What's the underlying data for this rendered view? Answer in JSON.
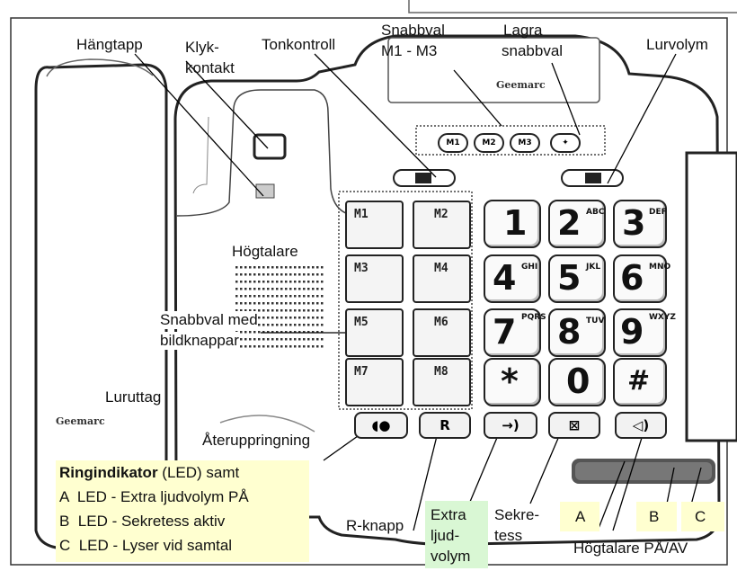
{
  "labels": {
    "hangtapp": "Hängtapp",
    "klyk1": "Klyk-",
    "klyk2": "kontakt",
    "tonkontroll": "Tonkontroll",
    "snabbval1": "Snabbval",
    "snabbval2": "M1 - M3",
    "lagra1": "Lagra",
    "lagra2": "snabbval",
    "lurvolym": "Lurvolym",
    "hogtalare": "Högtalare",
    "bild1": "Snabbval med",
    "bild2": "bildknappar",
    "luruttag": "Luruttag",
    "ater": "Återuppringning",
    "rknapp": "R-knapp",
    "extra1": "Extra",
    "extra2": "ljud-",
    "extra3": "volym",
    "sekre1": "Sekre-",
    "sekre2": "tess",
    "a": "A",
    "b": "B",
    "c": "C",
    "hogtalare_paav": "Högtalare PÅ/AV"
  },
  "legend": {
    "title_bold": "Ringindikator",
    "title_rest": " (LED) samt",
    "lines": [
      "A  LED - Extra ljudvolym PÅ",
      "B  LED - Sekretess aktiv",
      "C  LED - Lyser vid samtal"
    ]
  },
  "keys": {
    "memory": [
      "M1",
      "M2",
      "M3",
      "M4",
      "M5",
      "M6",
      "M7",
      "M8"
    ],
    "top_memory": [
      "M1",
      "M2",
      "M3"
    ],
    "digits": [
      "1",
      "2",
      "3",
      "4",
      "5",
      "6",
      "7",
      "8",
      "9",
      "*",
      "0",
      "#"
    ],
    "digit_letters": [
      "",
      "ABC",
      "DEF",
      "GHI",
      "JKL",
      "MNO",
      "PQRS",
      "TUV",
      "WXYZ",
      "",
      "",
      ""
    ],
    "r_key": "R"
  },
  "brand": "Geemarc",
  "colors": {
    "legend_bg": "#ffffd0",
    "extra_bg": "#d9f7d4",
    "line": "#222222"
  }
}
